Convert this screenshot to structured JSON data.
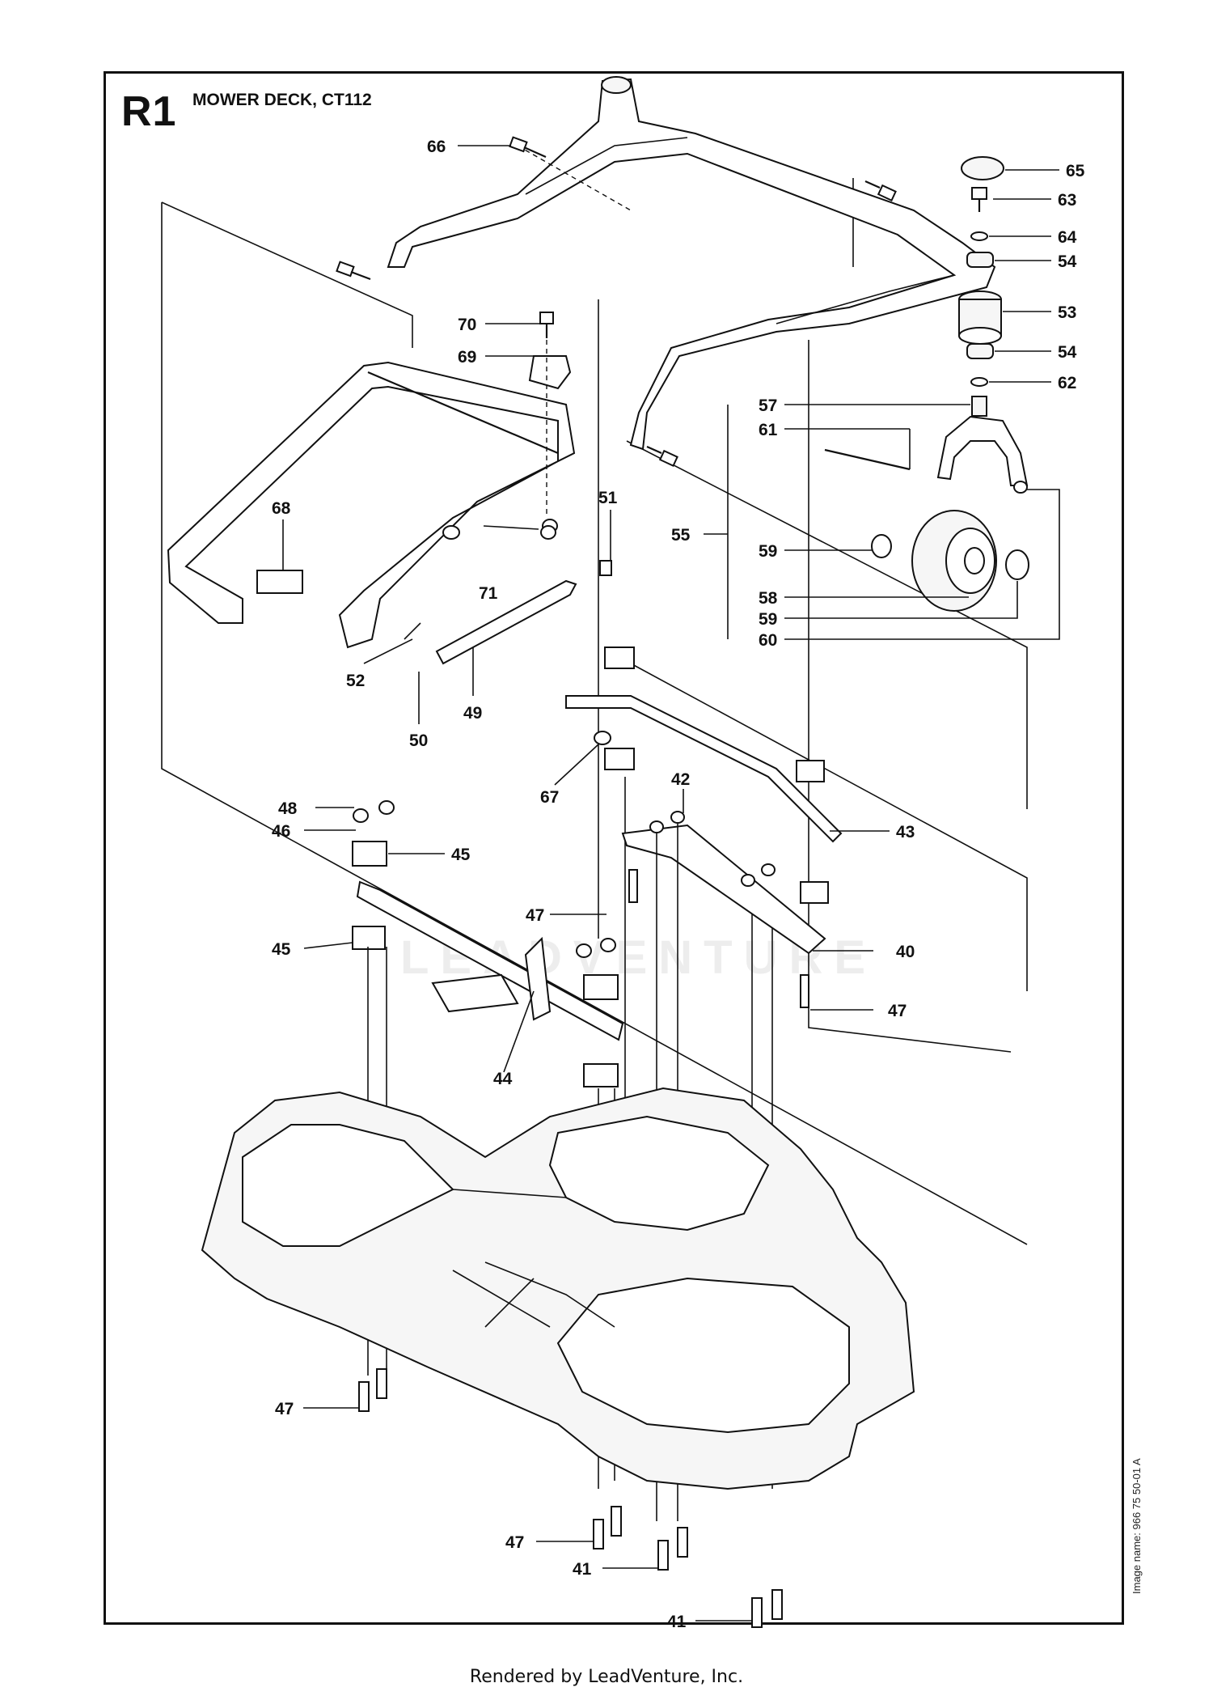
{
  "sheet": {
    "id": "R1",
    "title": "MOWER DECK, CT112",
    "image_name": "Image name: 966 75 50-01 A",
    "footer": "Rendered by LeadVenture, Inc.",
    "watermark": "LEADVENTURE"
  },
  "callouts": [
    "66",
    "65",
    "63",
    "64",
    "54",
    "53",
    "54",
    "62",
    "70",
    "69",
    "57",
    "61",
    "68",
    "51",
    "55",
    "59",
    "71",
    "58",
    "59",
    "60",
    "52",
    "49",
    "50",
    "48",
    "42",
    "67",
    "43",
    "46",
    "45",
    "47",
    "40",
    "45",
    "47",
    "44",
    "47",
    "47",
    "41",
    "41"
  ]
}
